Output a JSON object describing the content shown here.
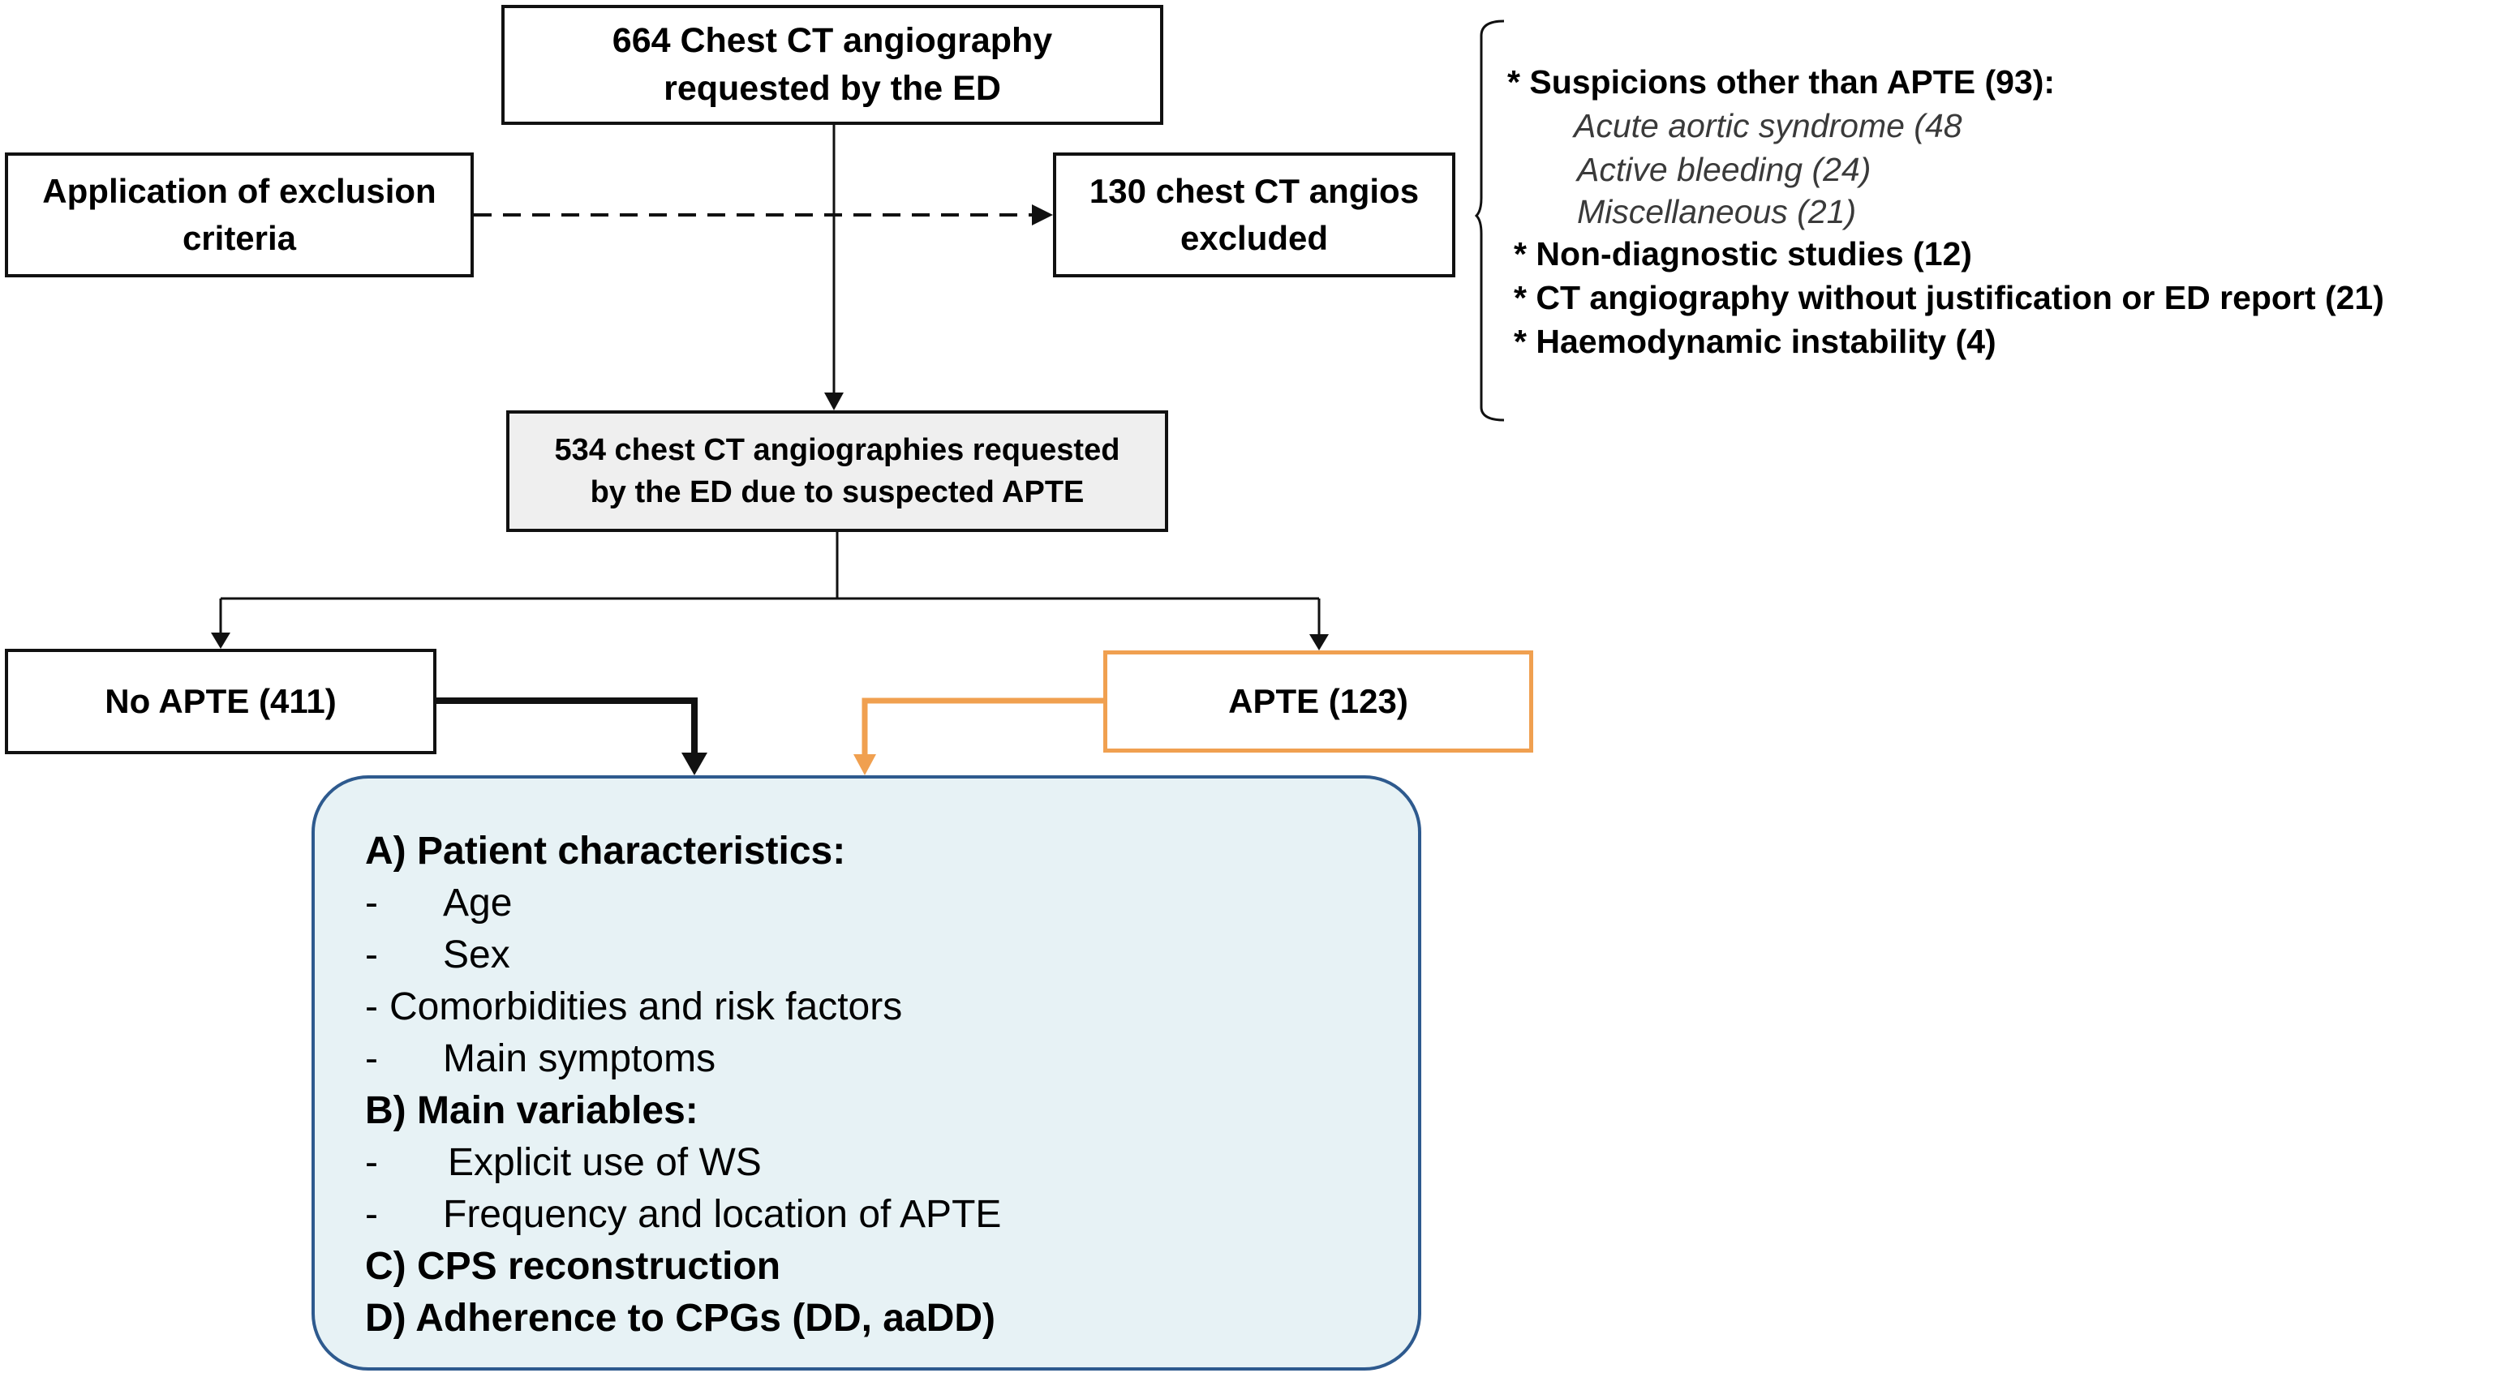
{
  "flow": {
    "top_box": {
      "line1": "664 Chest CT angiography",
      "line2": "requested by the ED"
    },
    "exclusion_box": {
      "line1": "Application of exclusion",
      "line2": "criteria"
    },
    "excluded_box": {
      "line1": "130 chest CT angios",
      "line2": "excluded"
    },
    "middle_box": {
      "line1": "534 chest CT angiographies requested",
      "line2": "by the ED due to suspected APTE"
    },
    "no_apte_box": "No APTE (411)",
    "apte_box": "APTE (123)"
  },
  "exclusion_reasons": {
    "heading": "* Suspicions other than APTE (93):",
    "subitems": [
      "Acute aortic syndrome (48",
      "Active bleeding (24)",
      "Miscellaneous (21)"
    ],
    "items": [
      "* Non-diagnostic studies (12)",
      "* CT angiography without justification or ED report (21)",
      "* Haemodynamic instability (4)"
    ]
  },
  "variables": {
    "section_a": "A) Patient characteristics:",
    "a_items": [
      "Age",
      "Sex",
      "Comorbidities and risk factors",
      "Main symptoms"
    ],
    "section_b": "B) Main variables:",
    "b_items": [
      "Explicit use of WS",
      "Frequency and location of APTE"
    ],
    "section_c": "C) CPS reconstruction",
    "section_d": "D) Adherence to CPGs (DD, aaDD)",
    "bullet": "-"
  },
  "colors": {
    "line": "#111111",
    "apte_accent": "#f0a050",
    "variables_fill": "#e7f2f5",
    "variables_border": "#2e5a8e",
    "middle_fill": "#efefef"
  }
}
